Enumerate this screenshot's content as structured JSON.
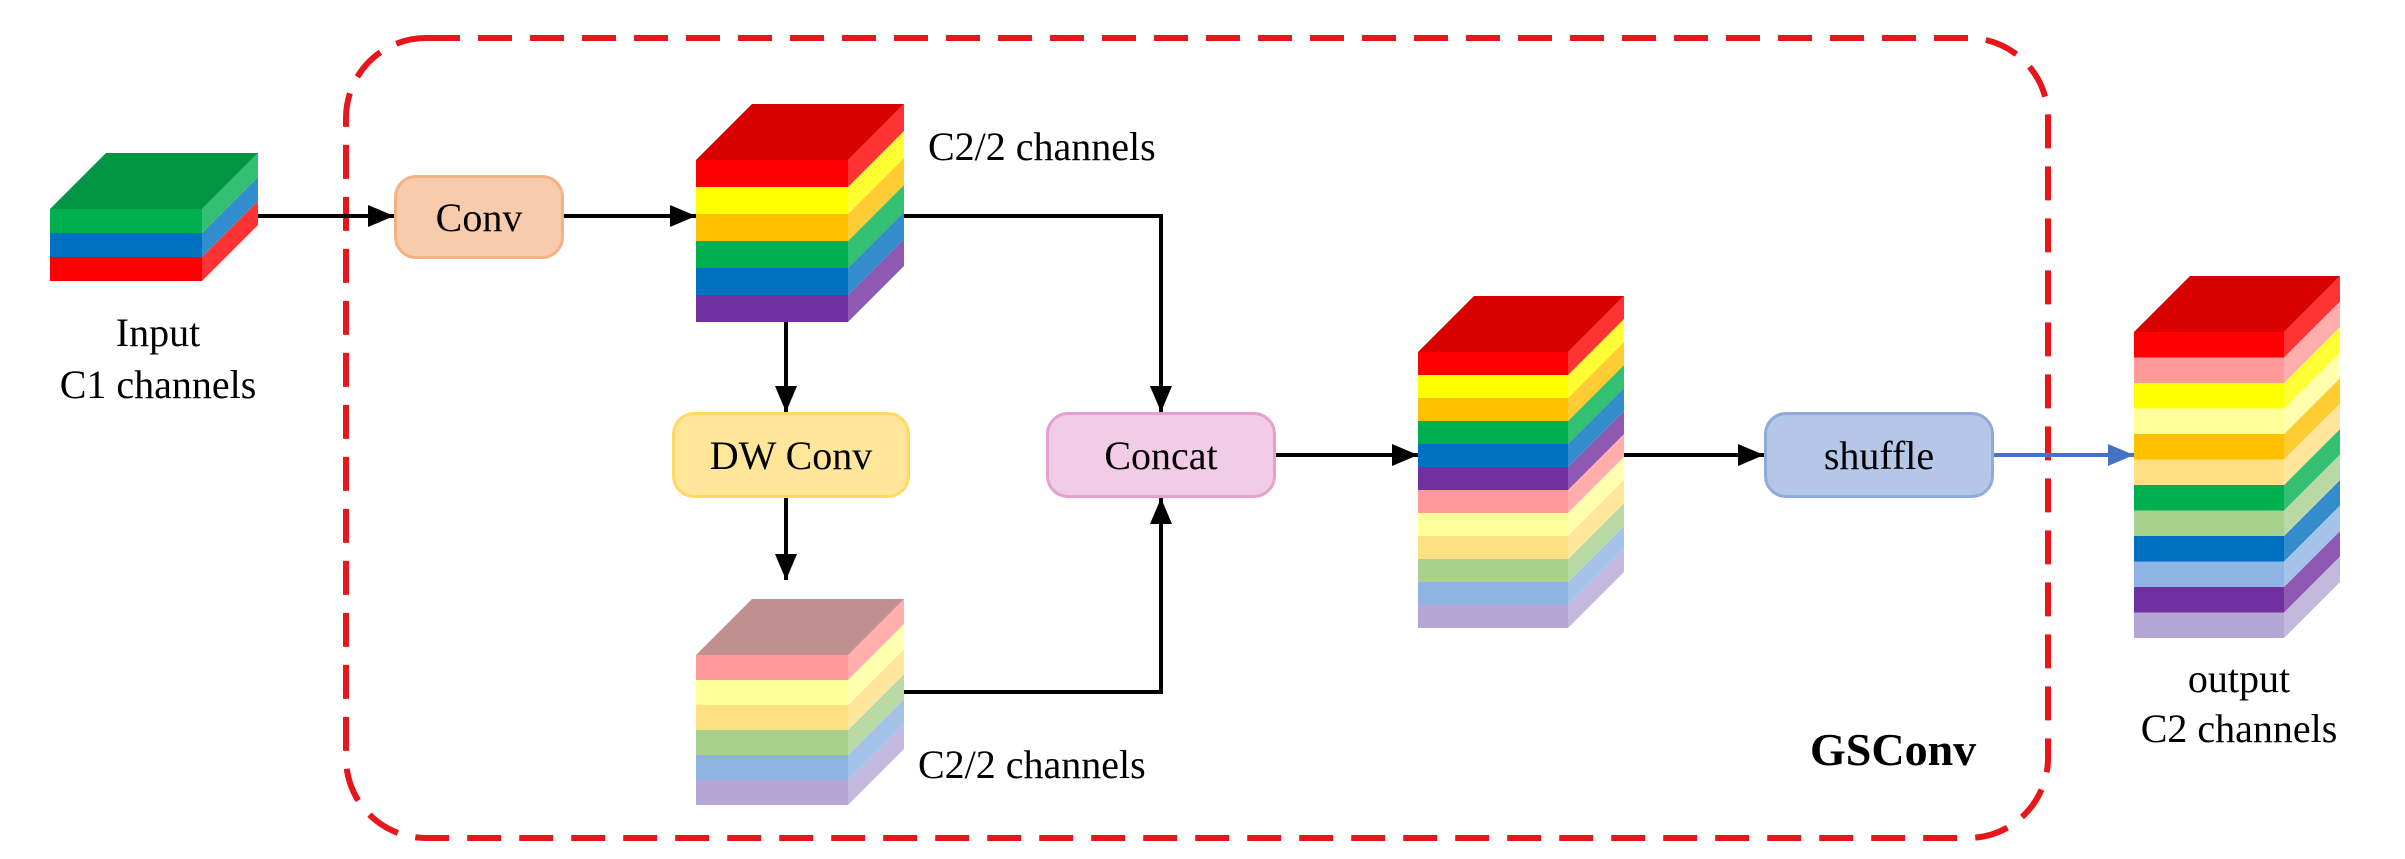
{
  "input": {
    "title": "Input",
    "subtitle": "C1 channels"
  },
  "output": {
    "title": "output",
    "subtitle": "C2 channels"
  },
  "conv": {
    "label": "Conv"
  },
  "dw_conv": {
    "label": "DW Conv"
  },
  "concat": {
    "label": "Concat"
  },
  "shuffle": {
    "label": "shuffle"
  },
  "conv_out_label": "C2/2 channels",
  "dw_out_label": "C2/2 channels",
  "module_label": "GSConv",
  "colors": {
    "frame": "#e8161b",
    "conv_fill": "#f8cbad",
    "conv_border": "#f4b183",
    "dwconv_fill": "#ffe699",
    "dwconv_border": "#ffd966",
    "concat_fill": "#f2cbe4",
    "concat_border": "#e4a0d0",
    "shuffle_fill": "#b4c7e7",
    "shuffle_border": "#8faadc",
    "arrow": "#000000",
    "output_arrow": "#4472c4"
  },
  "tensors": {
    "input_layers": [
      "#ff0000",
      "#0070c0",
      "#00b050"
    ],
    "conv_out_layers": [
      "#7030a0",
      "#0070c0",
      "#00b050",
      "#ffc000",
      "#ffff00",
      "#ff0000"
    ],
    "dw_out_layers": [
      "#b4a7d6",
      "#8fb4e3",
      "#a9d18e",
      "#ffe082",
      "#ffff99",
      "#ff9999",
      "#c09090"
    ],
    "concat_out_layers": [
      "#b4a7d6",
      "#8fb4e3",
      "#a9d18e",
      "#ffe082",
      "#ffff99",
      "#ff9999",
      "#7030a0",
      "#0070c0",
      "#00b050",
      "#ffc000",
      "#ffff00",
      "#ff0000"
    ],
    "output_layers": [
      "#b4a7d6",
      "#7030a0",
      "#8fb4e3",
      "#0070c0",
      "#a9d18e",
      "#00b050",
      "#ffe082",
      "#ffc000",
      "#ffff99",
      "#ffff00",
      "#ff9999",
      "#ff0000"
    ]
  }
}
